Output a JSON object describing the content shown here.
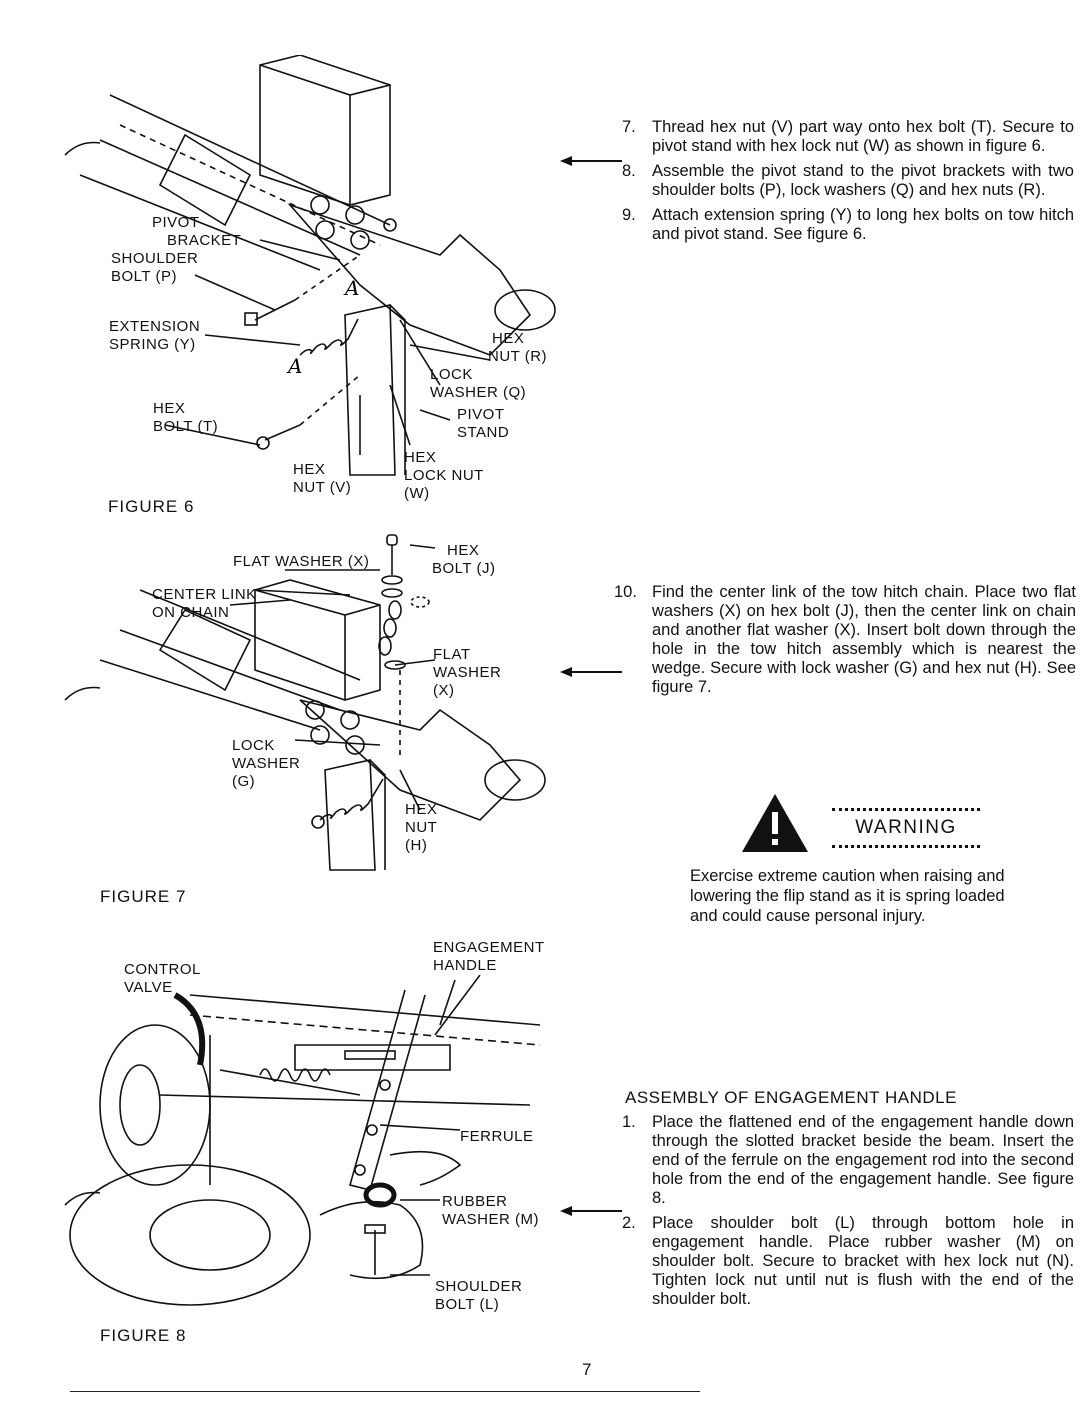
{
  "figure6": {
    "title": "FIGURE 6",
    "labels": {
      "pivot_bracket_1": "PIVOT",
      "pivot_bracket_2": "BRACKET",
      "shoulder_bolt_1": "SHOULDER",
      "shoulder_bolt_2": "BOLT (P)",
      "ext_spring_1": "EXTENSION",
      "ext_spring_2": "SPRING (Y)",
      "hex_bolt_1": "HEX",
      "hex_bolt_2": "BOLT (T)",
      "hex_nut_v_1": "HEX",
      "hex_nut_v_2": "NUT (V)",
      "hex_nut_r_1": "HEX",
      "hex_nut_r_2": "NUT (R)",
      "lock_washer_1": "LOCK",
      "lock_washer_2": "WASHER (Q)",
      "pivot_stand_1": "PIVOT",
      "pivot_stand_2": "STAND",
      "hex_lock_nut_1": "HEX",
      "hex_lock_nut_2": "LOCK NUT",
      "hex_lock_nut_3": "(W)",
      "callout_a1": "A",
      "callout_a2": "A"
    }
  },
  "figure7": {
    "title": "FIGURE 7",
    "labels": {
      "flat_washer_top": "FLAT WASHER (X)",
      "hex_bolt_1": "HEX",
      "hex_bolt_2": "BOLT (J)",
      "center_link_1": "CENTER LINK",
      "center_link_2": "ON CHAIN",
      "flat_washer_1": "FLAT",
      "flat_washer_2": "WASHER",
      "flat_washer_3": "(X)",
      "lock_washer_1": "LOCK",
      "lock_washer_2": "WASHER",
      "lock_washer_3": "(G)",
      "hex_nut_1": "HEX",
      "hex_nut_2": "NUT",
      "hex_nut_3": "(H)"
    }
  },
  "figure8": {
    "title": "FIGURE 8",
    "labels": {
      "control_valve_1": "CONTROL",
      "control_valve_2": "VALVE",
      "engagement_1": "ENGAGEMENT",
      "engagement_2": "HANDLE",
      "ferrule": "FERRULE",
      "rubber_1": "RUBBER",
      "rubber_2": "WASHER (M)",
      "shoulder_1": "SHOULDER",
      "shoulder_2": "BOLT (L)"
    }
  },
  "steps_a": [
    {
      "num": "7.",
      "text": "Thread hex nut (V) part way onto hex bolt (T). Secure to pivot stand with hex lock nut (W) as shown in figure 6."
    },
    {
      "num": "8.",
      "text": "Assemble the pivot stand to the pivot brackets with two shoulder bolts (P), lock washers (Q) and hex nuts (R)."
    },
    {
      "num": "9.",
      "text": "Attach extension spring (Y) to long hex bolts on tow hitch and pivot stand. See figure 6."
    }
  ],
  "steps_b": [
    {
      "num": "10.",
      "text": "Find the center link of the tow hitch chain. Place two flat washers (X) on hex bolt (J), then the center link on chain and another flat washer (X). Insert bolt down through the hole in the tow hitch assembly which is nearest the wedge. Secure with lock washer (G) and hex nut (H). See figure 7."
    }
  ],
  "warning": {
    "badge": "WARNING",
    "text": "Exercise extreme caution when raising and lowering the flip stand as it is spring loaded and could cause personal injury."
  },
  "assembly_heading": "ASSEMBLY OF ENGAGEMENT HANDLE",
  "steps_c": [
    {
      "num": "1.",
      "text": "Place the flattened end of the engagement handle down through the slotted bracket beside the beam. Insert the end of the ferrule on the engagement rod into the second hole from the end of the engagement handle. See figure 8."
    },
    {
      "num": "2.",
      "text": "Place shoulder bolt (L) through bottom hole in engagement handle. Place rubber washer (M) on shoulder bolt. Secure to bracket with hex lock nut (N). Tighten lock nut until nut is flush with the end of the shoulder bolt."
    }
  ],
  "page_number": "7"
}
